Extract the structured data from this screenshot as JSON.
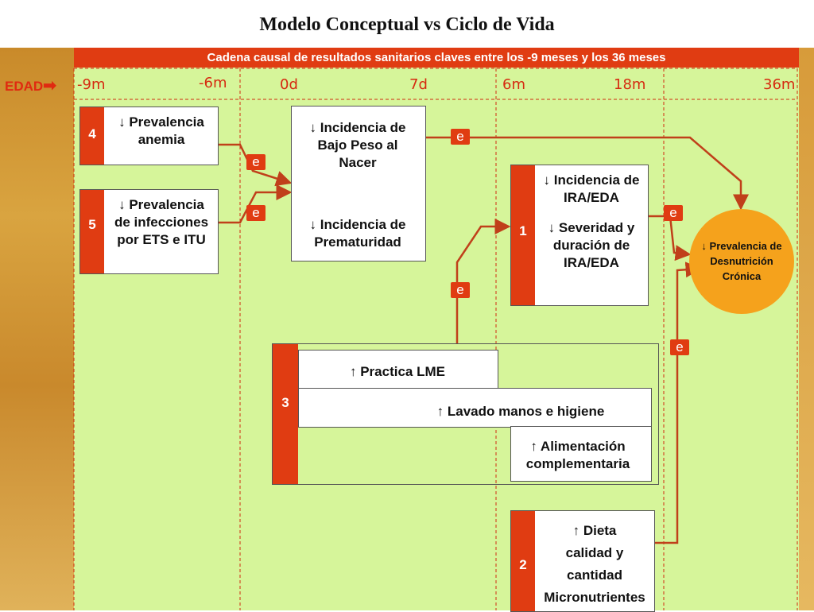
{
  "title": "Modelo Conceptual vs Ciclo de Vida",
  "banner": "Cadena causal de resultados sanitarios claves entre los -9 meses y los 36 meses",
  "edad_label": "EDAD",
  "ages": [
    "-9m",
    "-6m",
    "0d",
    "7d",
    "6m",
    "18m",
    "36m"
  ],
  "boxes": {
    "b4": {
      "num": "4",
      "text": [
        "↓ Prevalencia",
        "anemia"
      ]
    },
    "b5": {
      "num": "5",
      "text": [
        "↓ Prevalencia",
        "de infecciones",
        "por ETS e ITU"
      ]
    },
    "bpn": {
      "text_top": [
        "↓ Incidencia de",
        "Bajo Peso al",
        "Nacer"
      ],
      "text_bottom": [
        "↓ Incidencia de",
        "Prematuridad"
      ]
    },
    "b1": {
      "num": "1",
      "text": [
        "↓ Incidencia de",
        "IRA/EDA",
        "",
        "↓ Severidad y",
        "duración de",
        "IRA/EDA"
      ]
    },
    "b3": {
      "num": "3",
      "rows": [
        "↑ Practica LME",
        "↑ Lavado manos e higiene",
        "↑ Alimentación",
        "complementaria"
      ]
    },
    "b2": {
      "num": "2",
      "text": [
        "↑ Dieta",
        "calidad y",
        "cantidad",
        "Micronutrientes"
      ]
    }
  },
  "outcome": [
    "↓ Prevalencia de",
    "Desnutrición",
    "Crónica"
  ],
  "effect_label": "e",
  "colors": {
    "accent": "#e03c12",
    "arrow": "#c0401a",
    "background": "#d6f59a",
    "outcome": "#f5a21c"
  }
}
